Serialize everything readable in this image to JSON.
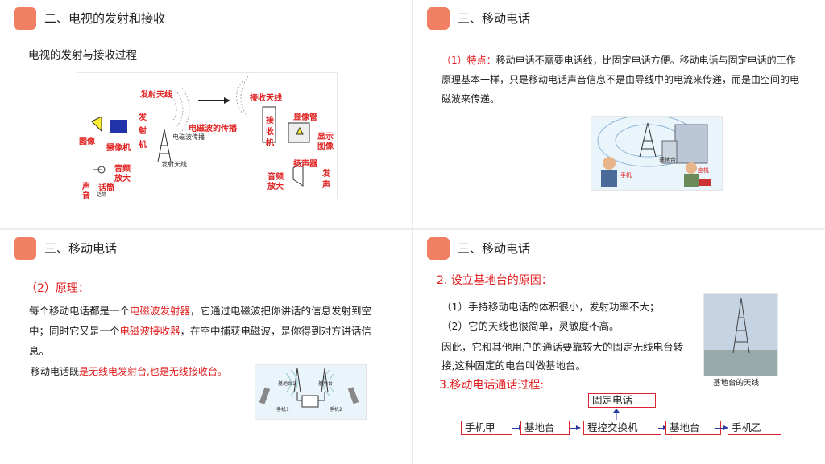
{
  "slide1": {
    "title": "二、电视的发射和接收",
    "subtitle": "电视的发射与接收过程",
    "diagram": {
      "tx_antenna": "发射天线",
      "tx_1": "发",
      "tx_2": "射",
      "tx_3": "机",
      "image": "图像",
      "camera": "摄像机",
      "wave": "电磁波的传播",
      "wave_small": "电磁波传播",
      "tx_antenna_small": "发射天线",
      "audio_amp_1": "音频",
      "audio_amp_2": "放大",
      "mic": "话筒",
      "sound_1": "声",
      "sound_2": "音",
      "mic_small": "话筒",
      "rx_antenna": "接收天线",
      "rx_1": "接",
      "rx_2": "收",
      "rx_3": "机",
      "crt": "显像管",
      "display_1": "显示",
      "display_2": "图像",
      "speaker": "扬声器",
      "rx_amp_1": "音频",
      "rx_amp_2": "放大",
      "voice_1": "发",
      "voice_2": "声"
    }
  },
  "slide2": {
    "title": "三、移动电话",
    "para_label": "（1）特点：",
    "para_text": "移动电话不需要电话线，比固定电话方便。移动电话与固定电话的工作原理基本一样，只是移动电话声音信息不是由导线中的电流来传递，而是由空间的电磁波来传递。",
    "pic": {
      "base": "基地台",
      "mobile": "手机",
      "fixed": "座机"
    }
  },
  "slide3": {
    "title": "三、移动电话",
    "heading": "（2）原理：",
    "p1_a": "每个移动电话都是一个",
    "p1_b": "电磁波发射器",
    "p1_c": "，它通过电磁波把你讲话的信息发射到空中；同时它又是一个",
    "p1_d": "电磁波接收器",
    "p1_e": "，在空中捕获电磁波，是你得到对方讲话信息。",
    "p2_a": "移动电话既",
    "p2_b": "是无线电发射台,也是无线接收台。",
    "pic": {
      "base1": "基地台1",
      "base2": "基地台",
      "phone1": "手机1",
      "phone2": "手机2"
    }
  },
  "slide4": {
    "title": "三、移动电话",
    "heading1": "2. 设立基地台的原因：",
    "line1": "（1）手持移动电话的体积很小，发射功率不大；",
    "line2": "（2）它的天线也很简单，灵敏度不高。",
    "line3": "因此，它和其他用户的通话要靠较大的固定无线电台转接,这种固定的电台叫做基地台。",
    "caption": "基地台的天线",
    "heading2": "3.移动电话通话过程:",
    "flow": {
      "fixed": "固定电话",
      "a": "手机甲",
      "b": "基地台",
      "c": "程控交换机",
      "d": "基地台",
      "e": "手机乙"
    }
  },
  "colors": {
    "accent": "#f07f63",
    "red": "#e02020",
    "arrow": "#2a3aa0"
  }
}
